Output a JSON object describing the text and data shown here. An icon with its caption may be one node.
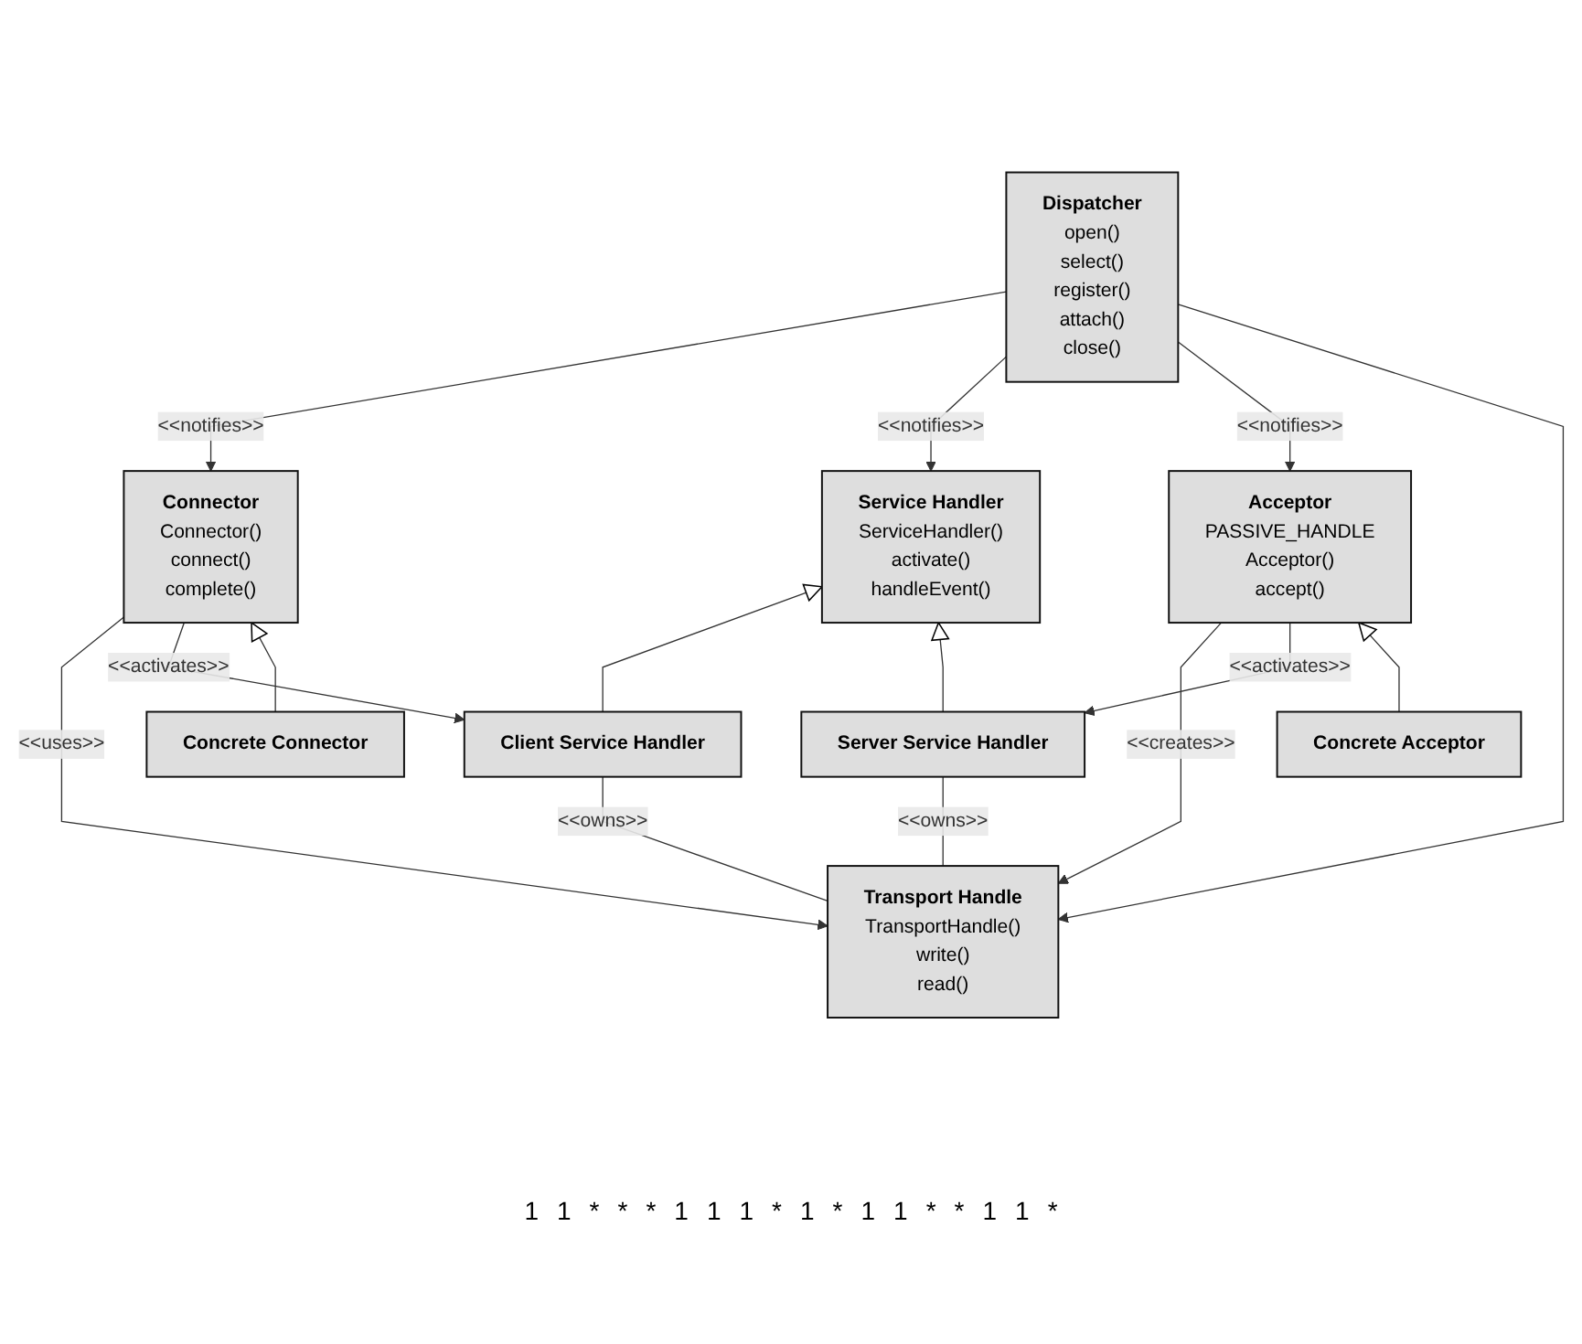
{
  "diagram": {
    "nodes": [
      {
        "text": [
          "Dispatcher",
          "open()",
          "select()",
          "register()",
          "attach()",
          "close()"
        ]
      },
      {
        "text": [
          "Transport Handle",
          "TransportHandle()",
          "write()",
          "read()"
        ]
      },
      {
        "text": [
          "Connector",
          "Connector()",
          "connect()",
          "complete()"
        ]
      },
      {
        "text": [
          "Acceptor",
          "PASSIVE_HANDLE",
          "Acceptor()",
          "accept()"
        ]
      },
      {
        "text": [
          "Service Handler",
          "ServiceHandler()",
          "activate()",
          "handleEvent()"
        ]
      },
      {
        "text": [
          "Concrete Connector"
        ]
      },
      {
        "text": [
          "Client Service Handler"
        ]
      },
      {
        "text": [
          "Server Service Handler"
        ]
      },
      {
        "text": [
          "Concrete Acceptor"
        ]
      }
    ],
    "edges": [
      {
        "from": 0,
        "to": 2,
        "arrow": "to",
        "label": "<<notifies>>"
      },
      {
        "from": 0,
        "to": 4,
        "arrow": "to",
        "label": "<<notifies>>"
      },
      {
        "from": 0,
        "to": 3,
        "arrow": "to",
        "label": "<<notifies>>"
      },
      {
        "from": 0,
        "to": 1,
        "arrow": "to"
      },
      {
        "from": 2,
        "to": 1,
        "arrow": "to",
        "label": "<<uses>>"
      },
      {
        "from": 3,
        "to": 1,
        "arrow": "to",
        "label": "<<creates>>"
      },
      {
        "from": 6,
        "to": 1,
        "arrow": "none",
        "label": "<<owns>>"
      },
      {
        "from": 7,
        "to": 1,
        "arrow": "none",
        "label": "<<owns>>"
      },
      {
        "from": 2,
        "to": 6,
        "arrow": "to",
        "label": "<<activates>>"
      },
      {
        "from": 3,
        "to": 7,
        "arrow": "to",
        "label": "<<activates>>"
      },
      {
        "from": 5,
        "to": 2,
        "arrow": "to"
      },
      {
        "from": 6,
        "to": 4,
        "arrow": "to"
      },
      {
        "from": 7,
        "to": 4,
        "arrow": "to"
      },
      {
        "from": 8,
        "to": 3,
        "arrow": "to"
      }
    ],
    "labels": [
      "1",
      "1",
      "*",
      "*",
      "*",
      "1",
      "1",
      "1",
      "*",
      "1",
      "*",
      "1",
      "1",
      "*",
      "*",
      "1",
      "1",
      "*"
    ]
  }
}
